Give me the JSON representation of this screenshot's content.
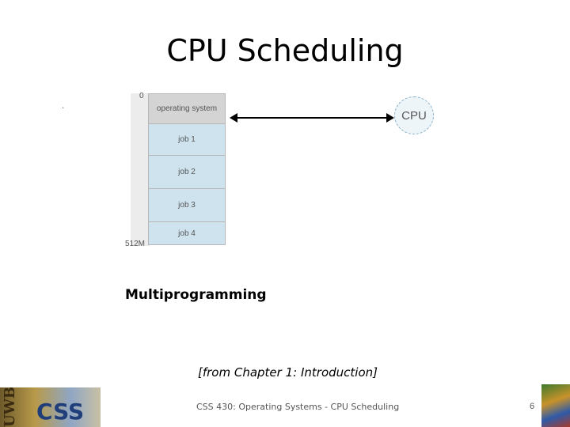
{
  "slide": {
    "title": "CPU Scheduling",
    "bullet_mark": ".",
    "caption": "Multiprogramming",
    "source": "[from Chapter 1: Introduction]",
    "footer": "CSS 430: Operating Systems - CPU Scheduling",
    "page_number": "6"
  },
  "diagram": {
    "address_start": "0",
    "address_end": "512M",
    "segments": [
      "operating system",
      "job 1",
      "job 2",
      "job 3",
      "job 4"
    ],
    "cpu_label": "CPU"
  }
}
